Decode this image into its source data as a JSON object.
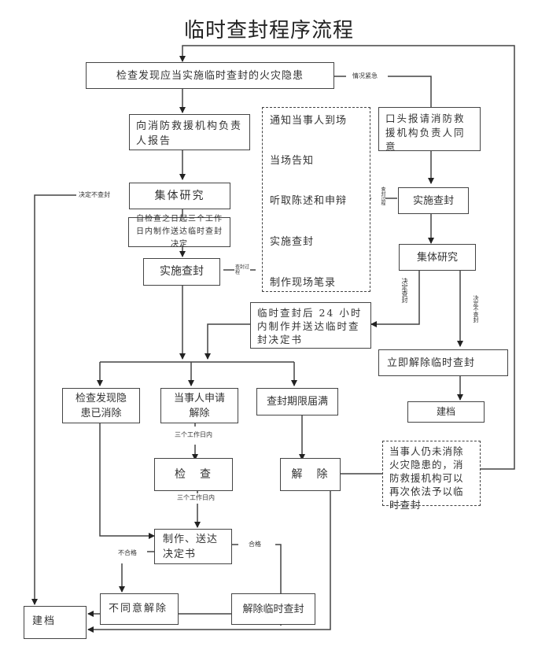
{
  "title": "临时查封程序流程",
  "nodes": {
    "discover": "检查发现应当实施临时查封的火灾隐患",
    "report": "向消防救援机构负责人报告",
    "oral_request": "口头报请消防救援机构负责人同意",
    "collective_left": "集体研究",
    "three_days": "自检查之日起三个工作日内制作送达临时查封决定",
    "implement_left": "实施查封",
    "implement_right": "实施查封",
    "collective_right": "集体研究",
    "within_24h": "临时查封后 24 小时内制作并送达临时查封决定书",
    "release_immediately": "立即解除临时查封",
    "archive_right": "建档",
    "hazard_eliminated": "检查发现隐患已消除",
    "party_apply": "当事人申请解除",
    "period_expired": "查封期限届满",
    "inspect": "检　查",
    "release": "解　除",
    "make_deliver": "制作、送达决定书",
    "disagree": "不同意解除",
    "release_seal": "解除临时查封",
    "archive_left": "建档",
    "reseal_note": "当事人仍未消除火灾隐患的，消防救援机构可以再次依法予以临时查封"
  },
  "procedure_steps": [
    "通知当事人到场",
    "当场告知",
    "听取陈述和申辩",
    "实施查封",
    "制作现场笔录"
  ],
  "labels": {
    "urgent": "情况紧急",
    "decide_no_seal_left": "决定不查封",
    "seal_process_left": "查封过程",
    "seal_process_right": "查封过程",
    "decide_seal": "决定查封",
    "decide_no_seal_right": "决定不查封",
    "within_three_days_1": "三个工作日内",
    "within_three_days_2": "三个工作日内",
    "fail": "不合格",
    "pass": "合格"
  }
}
